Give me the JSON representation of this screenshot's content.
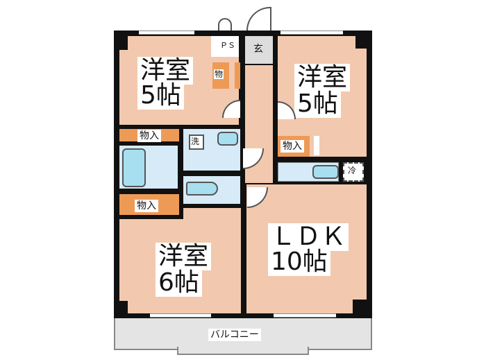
{
  "rooms": {
    "western_room_nw": {
      "name": "洋室",
      "size": "5帖"
    },
    "western_room_ne": {
      "name": "洋室",
      "size": "5帖"
    },
    "western_room_sw": {
      "name": "洋室",
      "size": "6帖"
    },
    "ldk": {
      "name": "ＬＤＫ",
      "size": "10帖"
    }
  },
  "labels": {
    "ps": "ＰＳ",
    "entrance": "玄",
    "storage_small": "物",
    "closet_1": "物入",
    "closet_2": "物入",
    "closet_3": "物入",
    "washer": "洗",
    "fridge": "冷",
    "balcony": "バルコニー"
  },
  "colors": {
    "room": "#f2c9ae",
    "wet_area": "#d6ebf7",
    "closet": "#ee9a57",
    "wall": "#111111",
    "balcony": "#e4e4e4"
  }
}
